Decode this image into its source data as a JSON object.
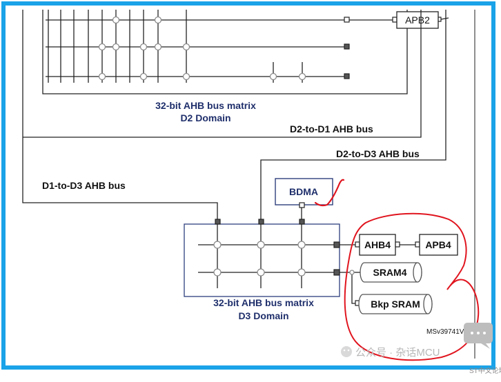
{
  "colors": {
    "frame": "#1aa3e8",
    "line": "#222222",
    "title": "#1f2f6b",
    "bus_label": "#111111",
    "domain_box": "#2d3f7c",
    "node_fill": "#ffffff",
    "node_stroke": "#8a8a8a",
    "annotation": "#e0141e"
  },
  "d2": {
    "title": "32-bit AHB bus matrix",
    "subtitle": "D2 Domain",
    "apb2": "APB2"
  },
  "buses": {
    "d2_to_d1": "D2-to-D1 AHB bus",
    "d2_to_d3": "D2-to-D3 AHB bus",
    "d1_to_d3": "D1-to-D3 AHB bus"
  },
  "bdma": "BDMA",
  "d3": {
    "title": "32-bit AHB bus matrix",
    "subtitle": "D3 Domain"
  },
  "peripherals": {
    "ahb4": "AHB4",
    "apb4": "APB4",
    "sram4": "SRAM4",
    "bkp_sram": "Bkp SRAM"
  },
  "figure_code": "MSv39741V",
  "watermark": {
    "wechat": "公众号 · 杂话MCU",
    "forum": "ST中文论坛"
  },
  "annotations": {
    "checkmark_icon": "checkmark-icon",
    "circle_icon": "hand-drawn-circle-icon"
  }
}
